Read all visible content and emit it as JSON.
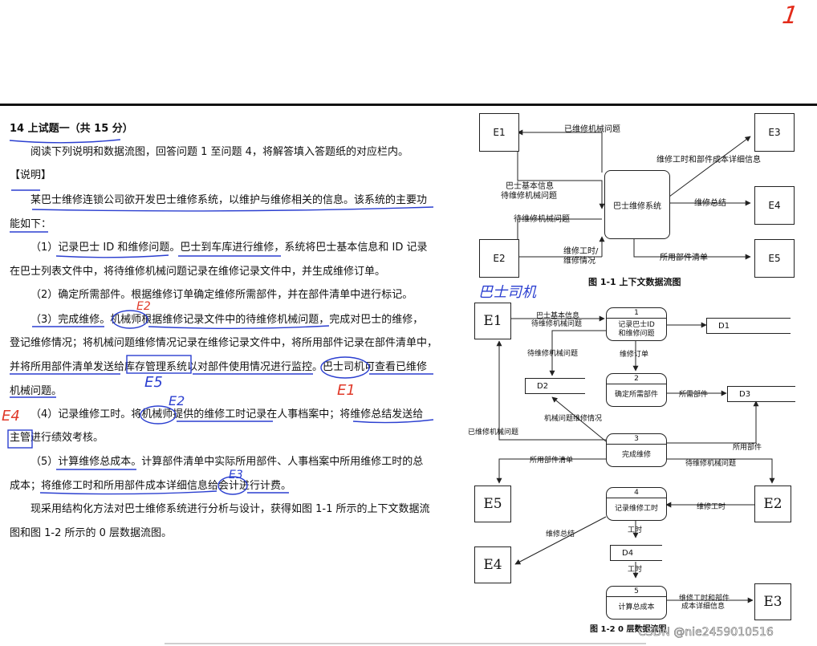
{
  "top_mark": "1",
  "document": {
    "title": "14 上试题一（共 15 分）",
    "intro": "阅读下列说明和数据流图，回答问题 1 至问题 4，将解答填入答题纸的对应栏内。",
    "section_heading": "【说明】",
    "lines": [
      "某巴士维修连锁公司欲开发巴士维修系统，以维护与维修相关的信息。该系统的主要功",
      "能如下：",
      "（1）记录巴士 ID 和维修问题。巴士到车库进行维修，系统将巴士基本信息和 ID 记录",
      "在巴士列表文件中，将待维修机械问题记录在维修记录文件中，并生成维修订单。",
      "（2）确定所需部件。根据维修订单确定维修所需部件，并在部件清单中进行标记。",
      "（3）完成维修。机械师根据维修记录文件中的待维修机械问题，完成对巴士的维修，",
      "登记维修情况；将机械问题维修情况记录在维修记录文件中，将所用部件记录在部件清单中，",
      "并将所用部件清单发送给库存管理系统以对部件使用情况进行监控。巴士司机可查看已维修",
      "机械问题。",
      "（4）记录维修工时。将机械师提供的维修工时记录在人事档案中；将维修总结发送给",
      "主管进行绩效考核。",
      "（5）计算维修总成本。计算部件清单中实际所用部件、人事档案中所用维修工时的总",
      "成本；将维修工时和所用部件成本详细信息给会计进行计费。",
      "现采用结构化方法对巴士维修系统进行分析与设计，获得如图 1-1 所示的上下文数据流",
      "图和图 1-2 所示的 0 层数据流图。"
    ]
  },
  "annotations": {
    "e2_a": "E2",
    "e5": "E5",
    "e1": "E1",
    "e4": "E4",
    "e2_b": "E2",
    "e3": "E3",
    "hand_label": "巴士司机"
  },
  "figure1": {
    "entities": [
      "E1",
      "E2",
      "E3",
      "E4",
      "E5"
    ],
    "process": "巴士维修系统",
    "flows": {
      "repaired_issues": "已维修机械问题",
      "bus_info_1": "巴士基本信息",
      "bus_info_2": "待维修机械问题",
      "pending_issues": "待维修机械问题",
      "hours_1": "维修工时/",
      "hours_2": "维修情况",
      "hours_cost": "维修工时和部件成本详细信息",
      "summary": "维修总结",
      "parts_list": "所用部件清单"
    },
    "caption": "图  1-1  上下文数据流图"
  },
  "figure2": {
    "entities": {
      "e1": "E1",
      "e2": "E2",
      "e3": "E3",
      "e4": "E4",
      "e5": "E5"
    },
    "processes": [
      {
        "num": "1",
        "label1": "记录巴士ID",
        "label2": "和维修问题"
      },
      {
        "num": "2",
        "label1": "确定所需部件",
        "label2": ""
      },
      {
        "num": "3",
        "label1": "完成维修",
        "label2": ""
      },
      {
        "num": "4",
        "label1": "记录维修工时",
        "label2": ""
      },
      {
        "num": "5",
        "label1": "计算总成本",
        "label2": ""
      }
    ],
    "stores": {
      "d1": "D1",
      "d2": "D2",
      "d3": "D3",
      "d4": "D4"
    },
    "flows": {
      "f_bus_info_1": "巴士基本信息",
      "f_bus_info_2": "待维修机械问题",
      "f_pending_to_d2": "待维修机械问题",
      "f_order": "维修订单",
      "f_parts": "所需部件",
      "f_issue_status": "机械问题维修情况",
      "f_repaired": "已维修机械问题",
      "f_used_parts": "所用部件",
      "f_used_list": "所用部件清单",
      "f_pending_e2": "待维修机械问题",
      "f_hours_e2": "维修工时",
      "f_hours_d4a": "工时",
      "f_hours_d4b": "工时",
      "f_summary": "维修总结",
      "f_cost_1": "维修工时和部件",
      "f_cost_2": "成本详细信息"
    },
    "caption": "图 1-2 0 层数据流图"
  },
  "watermark": "CSDN @nie2459010516"
}
